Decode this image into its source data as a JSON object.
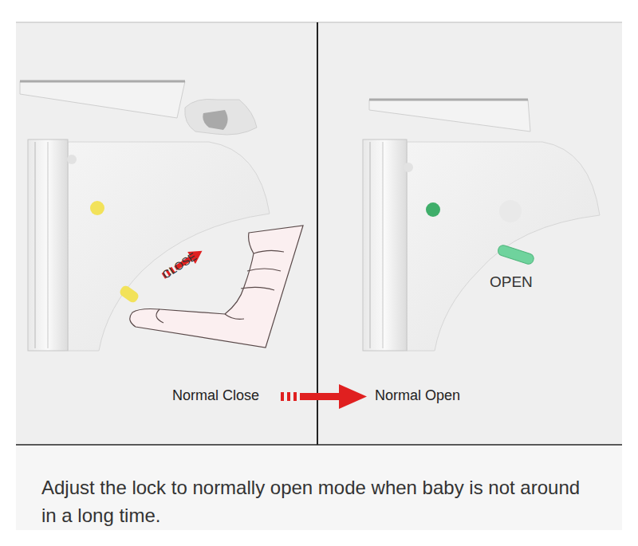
{
  "diagram": {
    "caption": "Adjust the lock to normally open mode when baby is not around in a long time.",
    "labels": [
      "CLOSE",
      "OPEN",
      "Normal Close",
      "Normal Open"
    ]
  }
}
